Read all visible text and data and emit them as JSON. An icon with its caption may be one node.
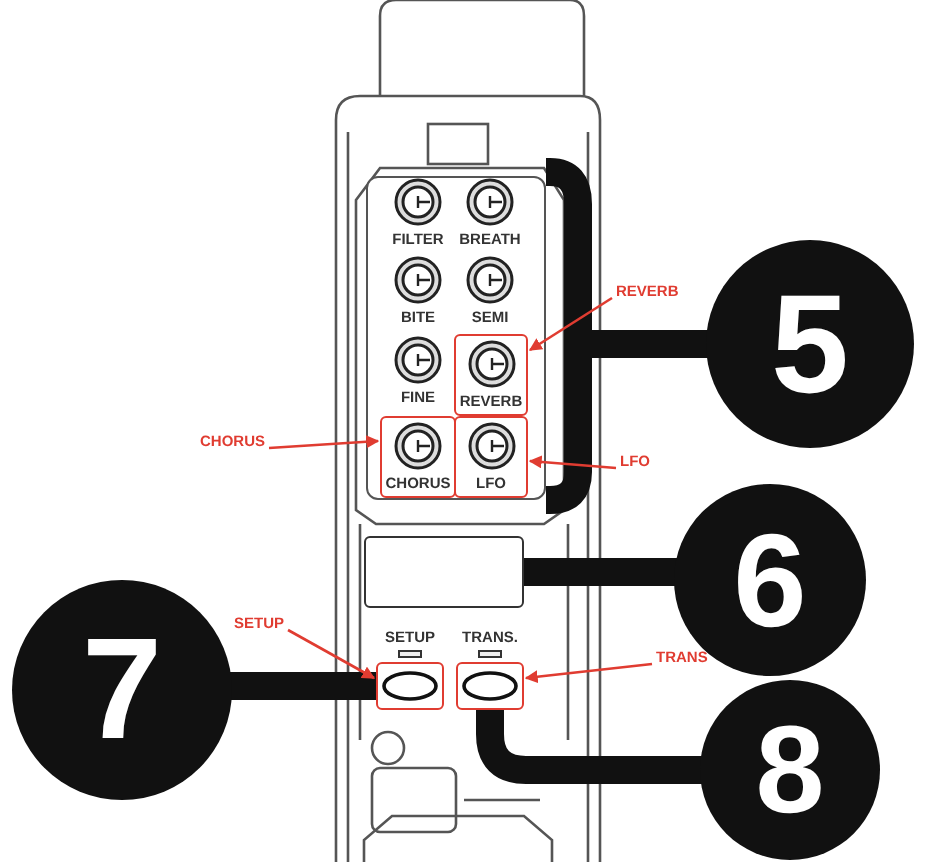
{
  "diagram": {
    "nodes": [
      {
        "text": [
          "5"
        ]
      },
      {
        "text": [
          "6"
        ]
      },
      {
        "text": [
          "7"
        ]
      },
      {
        "text": [
          "8"
        ]
      },
      {
        "text": [],
        "shape": "box"
      },
      {
        "text": [
          "FILTER"
        ],
        "in": 4
      },
      {
        "text": [
          "BREATH"
        ],
        "in": 4
      },
      {
        "text": [
          "BITE"
        ],
        "in": 4
      },
      {
        "text": [
          "SEMI"
        ],
        "in": 4
      },
      {
        "text": [
          "FINE"
        ],
        "in": 4
      },
      {
        "text": [
          "REVERB"
        ],
        "in": 4
      },
      {
        "text": [
          "CHORUS"
        ],
        "in": 4
      },
      {
        "text": [
          "LFO"
        ],
        "in": 4
      },
      {
        "text": [],
        "shape": "box"
      },
      {
        "text": [
          "SETUP"
        ]
      },
      {
        "text": [
          "TRANS."
        ]
      },
      {
        "text": [
          "REVERB"
        ]
      },
      {
        "text": [
          "CHORUS"
        ]
      },
      {
        "text": [
          "LFO"
        ]
      },
      {
        "text": [
          "SETUP"
        ]
      },
      {
        "text": [
          "TRANS"
        ]
      }
    ],
    "edges": [
      {
        "from": 0,
        "to": 4,
        "arrow": "none",
        "style": "thick",
        "color": "#111111"
      },
      {
        "from": 1,
        "to": 13,
        "arrow": "none",
        "style": "thick",
        "color": "#111111"
      },
      {
        "from": 2,
        "to": 14,
        "arrow": "none",
        "style": "thick",
        "color": "#111111"
      },
      {
        "from": 3,
        "to": 15,
        "arrow": "none",
        "style": "thick",
        "color": "#111111"
      },
      {
        "from": 16,
        "to": 10,
        "arrow": "to"
      },
      {
        "from": 17,
        "to": 11,
        "arrow": "to"
      },
      {
        "from": 18,
        "to": 12,
        "arrow": "to"
      },
      {
        "from": 19,
        "to": 14,
        "arrow": "to"
      },
      {
        "from": 20,
        "to": 15,
        "arrow": "to"
      }
    ]
  }
}
